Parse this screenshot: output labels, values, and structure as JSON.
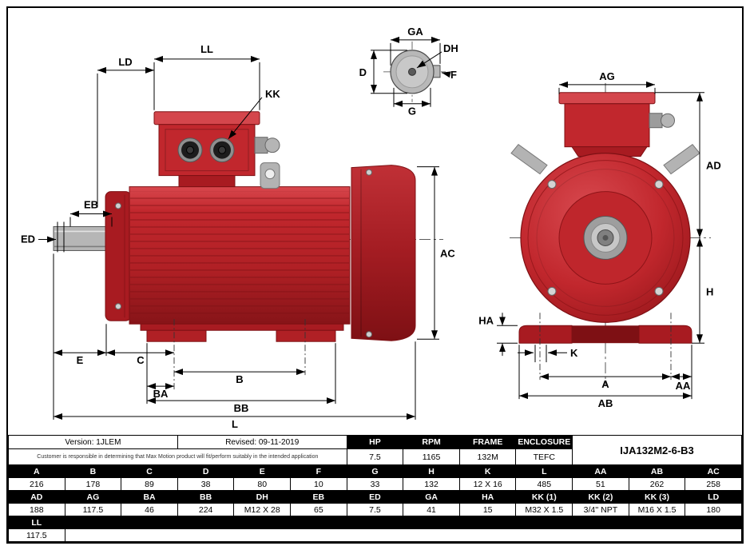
{
  "model": "IJA132M2-6-B3",
  "info": {
    "version": "Version: 1JLEM",
    "revised": "Revised: 09-11-2019",
    "disclaimer": "Customer is responsible in determining that Max Motion product will fit/perform suitably in the intended application",
    "headers": {
      "hp": "HP",
      "rpm": "RPM",
      "frame": "FRAME",
      "enclosure": "ENCLOSURE"
    },
    "values": {
      "hp": "7.5",
      "rpm": "1165",
      "frame": "132M",
      "enclosure": "TEFC"
    }
  },
  "dims": {
    "r1h": [
      "A",
      "B",
      "C",
      "D",
      "E",
      "F",
      "G",
      "H",
      "K",
      "L",
      "AA",
      "AB",
      "AC"
    ],
    "r1v": [
      "216",
      "178",
      "89",
      "38",
      "80",
      "10",
      "33",
      "132",
      "12 X 16",
      "485",
      "51",
      "262",
      "258"
    ],
    "r2h": [
      "AD",
      "AG",
      "BA",
      "BB",
      "DH",
      "EB",
      "ED",
      "GA",
      "HA",
      "KK (1)",
      "KK (2)",
      "KK (3)",
      "LD"
    ],
    "r2v": [
      "188",
      "117.5",
      "46",
      "224",
      "M12 X 28",
      "65",
      "7.5",
      "41",
      "15",
      "M32 X 1.5",
      "3/4'' NPT",
      "M16 X 1.5",
      "180"
    ],
    "r3h": [
      "LL"
    ],
    "r3v": [
      "117.5"
    ]
  },
  "labels": {
    "LD": "LD",
    "LL": "LL",
    "KK": "KK",
    "EB": "EB",
    "ED": "ED",
    "AC": "AC",
    "E": "E",
    "C": "C",
    "B": "B",
    "BA": "BA",
    "BB": "BB",
    "L": "L",
    "GA": "GA",
    "DH": "DH",
    "D": "D",
    "F": "F",
    "G": "G",
    "AG": "AG",
    "AD": "AD",
    "H": "H",
    "HA": "HA",
    "K": "K",
    "A": "A",
    "AA": "AA",
    "AB": "AB"
  },
  "colors": {
    "motor_red": "#c1272d",
    "motor_red_dark": "#7e1014",
    "header_bg": "#000000",
    "metal_gray": "#b6b6b6"
  }
}
